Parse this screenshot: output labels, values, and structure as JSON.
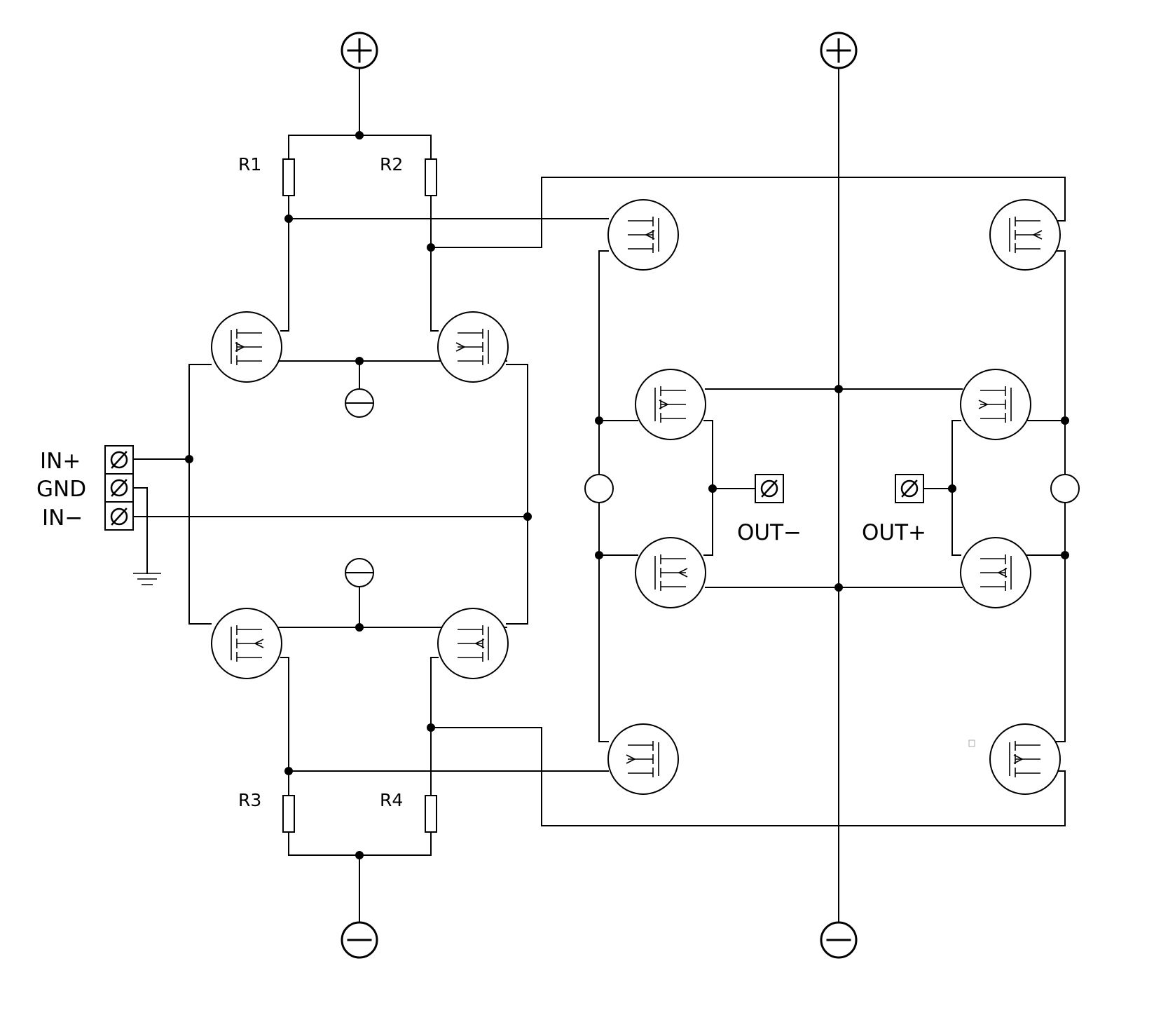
{
  "diagram": {
    "resistors": [
      {
        "id": "r1",
        "label": "R1"
      },
      {
        "id": "r2",
        "label": "R2"
      },
      {
        "id": "r3",
        "label": "R3"
      },
      {
        "id": "r4",
        "label": "R4"
      }
    ],
    "input_terminals": [
      {
        "id": "in-plus",
        "label": "IN+"
      },
      {
        "id": "gnd",
        "label": "GND"
      },
      {
        "id": "in-minus",
        "label": "IN−"
      }
    ],
    "output_terminals": [
      {
        "id": "out-minus",
        "label": "OUT−"
      },
      {
        "id": "out-plus",
        "label": "OUT+"
      }
    ],
    "supply_symbols": [
      {
        "id": "supply-plus-left",
        "polarity": "plus"
      },
      {
        "id": "supply-plus-right",
        "polarity": "plus"
      },
      {
        "id": "supply-minus-left",
        "polarity": "minus"
      },
      {
        "id": "supply-minus-right",
        "polarity": "minus"
      }
    ],
    "current_sources": 4,
    "transistor_count": 12
  }
}
